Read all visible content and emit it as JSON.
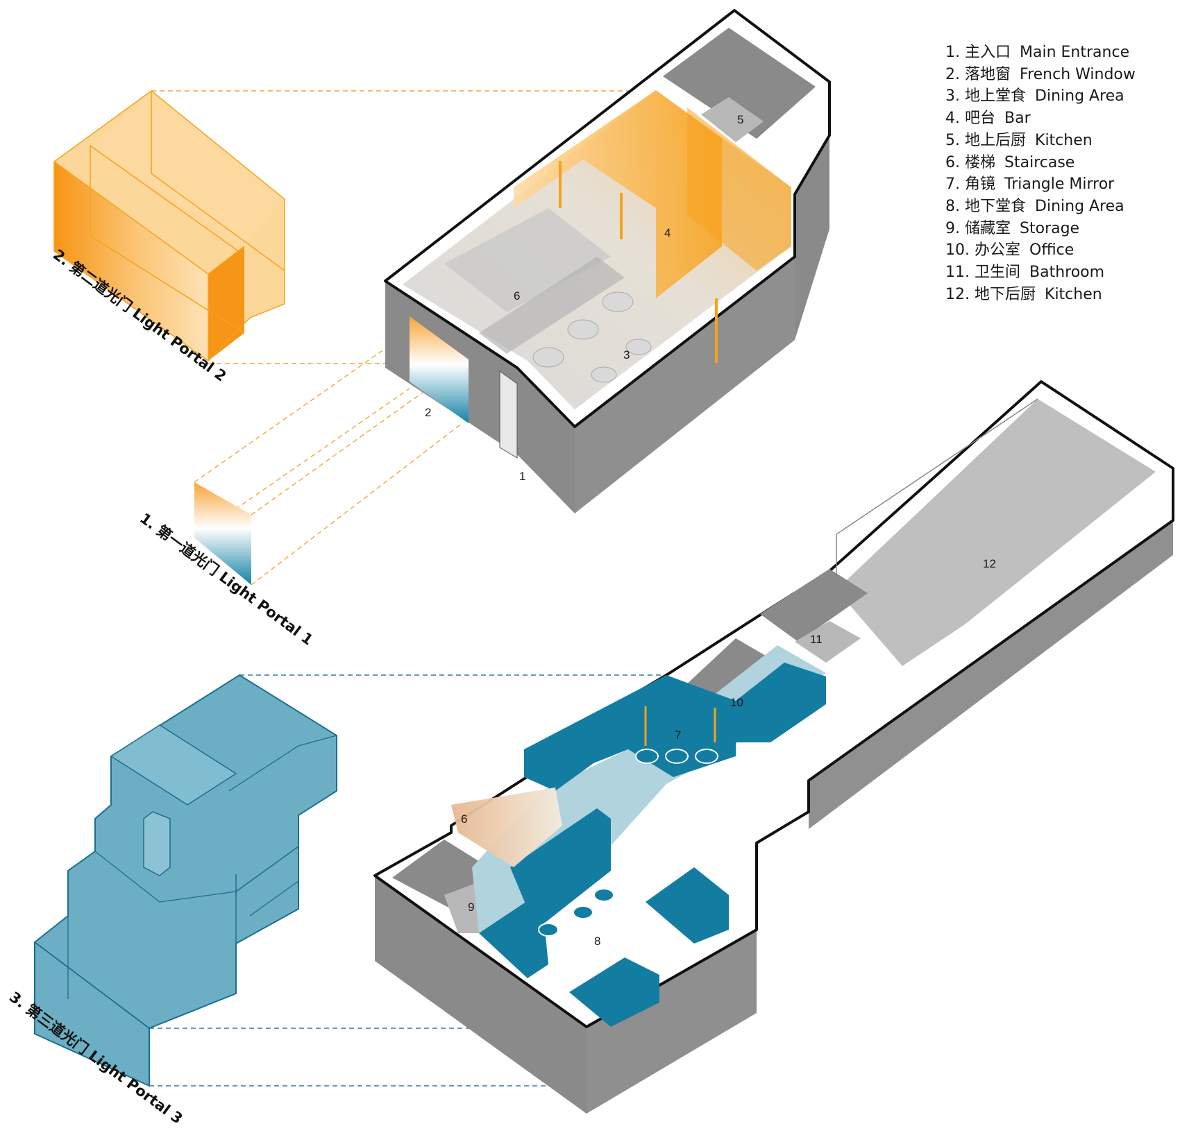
{
  "legend": [
    {
      "number": "1.",
      "zh": "主入口",
      "en": "Main Entrance"
    },
    {
      "number": "2.",
      "zh": "落地窗",
      "en": "French Window"
    },
    {
      "number": "3.",
      "zh": "地上堂食",
      "en": "Dining Area"
    },
    {
      "number": "4.",
      "zh": "吧台",
      "en": "Bar"
    },
    {
      "number": "5.",
      "zh": "地上后厨",
      "en": "Kitchen"
    },
    {
      "number": "6.",
      "zh": "楼梯",
      "en": "Staircase"
    },
    {
      "number": "7.",
      "zh": "角镜",
      "en": "Triangle Mirror"
    },
    {
      "number": "8.",
      "zh": "地下堂食",
      "en": "Dining Area"
    },
    {
      "number": "9.",
      "zh": "储藏室",
      "en": "Storage"
    },
    {
      "number": "10.",
      "zh": "办公室",
      "en": "Office"
    },
    {
      "number": "11.",
      "zh": "卫生间",
      "en": "Bathroom"
    },
    {
      "number": "12.",
      "zh": "地下后厨",
      "en": "Kitchen"
    }
  ],
  "portals": {
    "portal1": "1. 第一道光门 Light Portal 1",
    "portal2": "2. 第二道光门 Light Portal 2",
    "portal3": "3. 第三道光门 Light Portal 3"
  },
  "room_numbers": {
    "r1": "1",
    "r2": "2",
    "r3": "3",
    "r4": "4",
    "r5": "5",
    "r6": "6",
    "r6b": "6",
    "r7": "7",
    "r8": "8",
    "r9": "9",
    "r10": "10",
    "r11": "11",
    "r12": "12"
  },
  "colors": {
    "wall_top": "#ffffff",
    "wall_side": "#8a8a8a",
    "wall_outline": "#111111",
    "floor_upper": "#dedede",
    "floor_lower": "#bfbfbf",
    "glow_orange": "#f7a21b",
    "glow_blue": "#137ca1",
    "floor_blue": "#b0d3de",
    "portal3_fill": "#6caec4",
    "portal3_stroke": "#1a6f92",
    "dash_orange": "#f0a53c",
    "dash_blue": "#2b7da1"
  }
}
